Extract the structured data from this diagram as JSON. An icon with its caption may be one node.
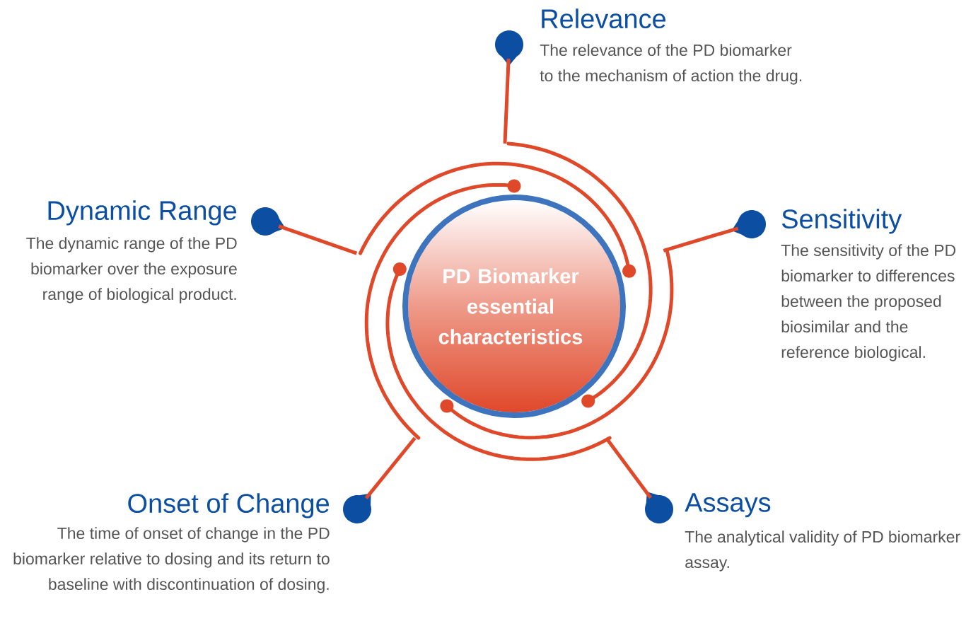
{
  "diagram": {
    "nodes": [
      {
        "text": [
          "PD Biomarker essential characteristics"
        ]
      },
      {
        "text": [],
        "shape": "pin",
        "beside": [
          "Relevance",
          "The relevance of the PD biomarker to the mechanism of action the drug."
        ]
      },
      {
        "text": [],
        "shape": "pin",
        "beside": [
          "Dynamic Range",
          "The dynamic range of the PD biomarker over the exposure range of biological product."
        ]
      },
      {
        "text": [],
        "shape": "pin",
        "beside": [
          "Sensitivity",
          "The sensitivity of the PD biomarker to differences between the proposed biosimilar and the reference biological."
        ]
      },
      {
        "text": [],
        "shape": "pin",
        "beside": [
          "Onset of Change",
          "The time of onset of change in the PD biomarker relative to dosing and its return to baseline with discontinuation of dosing."
        ]
      },
      {
        "text": [],
        "shape": "pin",
        "beside": [
          "Assays",
          "The analytical validity of PD biomarker assay."
        ]
      }
    ],
    "edges": [
      {
        "from": 0,
        "to": 1,
        "arrow": "none"
      },
      {
        "from": 0,
        "to": 2,
        "arrow": "none"
      },
      {
        "from": 0,
        "to": 3,
        "arrow": "none"
      },
      {
        "from": 0,
        "to": 4,
        "arrow": "none"
      },
      {
        "from": 0,
        "to": 5,
        "arrow": "none"
      }
    ]
  }
}
